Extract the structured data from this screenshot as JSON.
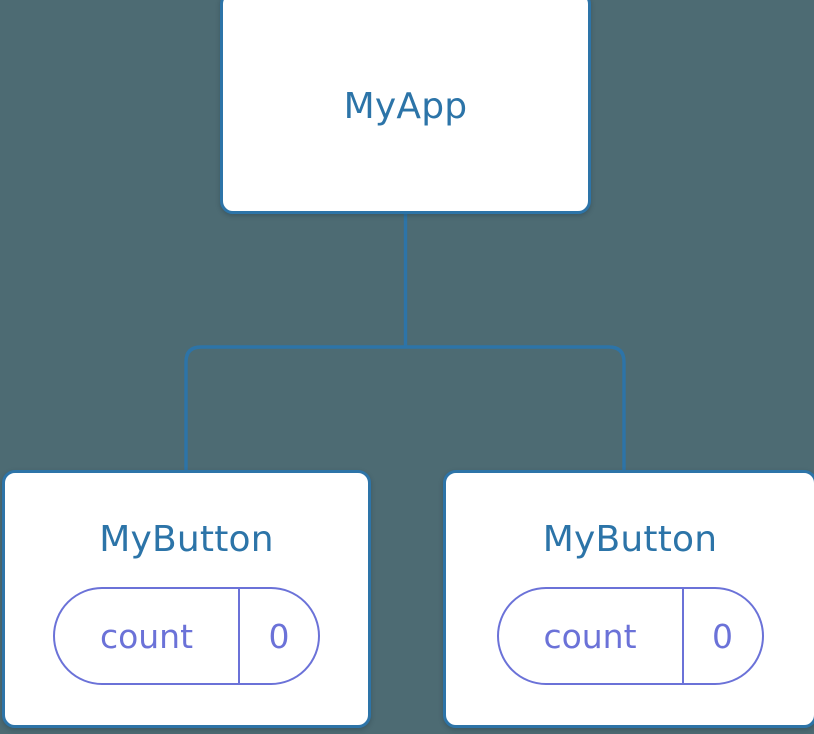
{
  "diagram": {
    "type": "component-tree",
    "background_color": "#4d6b73",
    "node_border_color": "#2d74a8",
    "node_title_color": "#2c74a8",
    "edge_color": "#2d74a8",
    "pill_color": "#6b72d8",
    "root": {
      "title": "MyApp"
    },
    "children": [
      {
        "title": "MyButton",
        "state": {
          "key": "count",
          "value": "0"
        }
      },
      {
        "title": "MyButton",
        "state": {
          "key": "count",
          "value": "0"
        }
      }
    ]
  }
}
